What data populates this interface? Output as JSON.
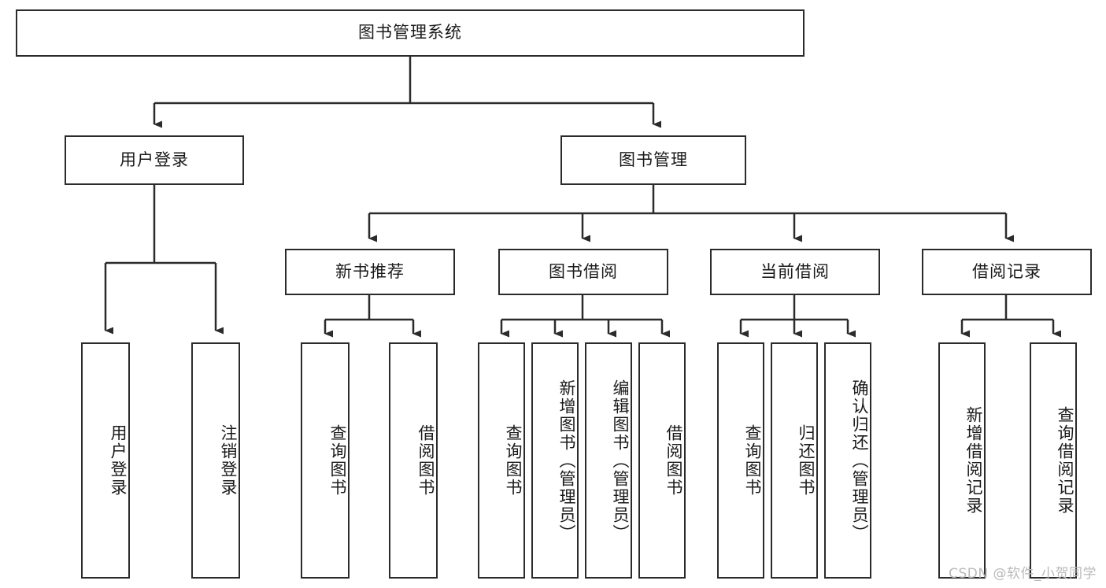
{
  "diagram": {
    "title": "图书管理系统",
    "type": "tree",
    "watermark": "CSDN @软件_小贺同学",
    "colors": {
      "box_border": "#2b2b2b",
      "box_fill": "#ffffff",
      "edge": "#2b2b2b",
      "text": "#1a1a1a",
      "watermark": "#b9b9b9",
      "background": "#ffffff"
    },
    "nodes": {
      "root": {
        "label": "图书管理系统",
        "orientation": "horizontal",
        "level": 0
      },
      "user_login": {
        "label": "用户登录",
        "orientation": "horizontal",
        "level": 1
      },
      "book_manage": {
        "label": "图书管理",
        "orientation": "horizontal",
        "level": 1
      },
      "new_book_rec": {
        "label": "新书推荐",
        "orientation": "horizontal",
        "level": 2
      },
      "book_borrow": {
        "label": "图书借阅",
        "orientation": "horizontal",
        "level": 2
      },
      "current_borrow": {
        "label": "当前借阅",
        "orientation": "horizontal",
        "level": 2
      },
      "borrow_record": {
        "label": "借阅记录",
        "orientation": "horizontal",
        "level": 2
      },
      "leaf_user_login": {
        "label": "用户登录",
        "orientation": "vertical",
        "level": 2
      },
      "leaf_logout": {
        "label": "注销登录",
        "orientation": "vertical",
        "level": 2
      },
      "leaf_rec_query": {
        "label": "查询图书",
        "orientation": "vertical",
        "level": 3
      },
      "leaf_rec_borrow": {
        "label": "借阅图书",
        "orientation": "vertical",
        "level": 3
      },
      "leaf_borrow_query": {
        "label": "查询图书",
        "orientation": "vertical",
        "level": 3
      },
      "leaf_borrow_add": {
        "label": "新增图书（管理员）",
        "orientation": "vertical",
        "level": 3
      },
      "leaf_borrow_edit": {
        "label": "编辑图书（管理员）",
        "orientation": "vertical",
        "level": 3
      },
      "leaf_borrow_do": {
        "label": "借阅图书",
        "orientation": "vertical",
        "level": 3
      },
      "leaf_cur_query": {
        "label": "查询图书",
        "orientation": "vertical",
        "level": 3
      },
      "leaf_cur_return": {
        "label": "归还图书",
        "orientation": "vertical",
        "level": 3
      },
      "leaf_cur_confirm": {
        "label": "确认归还（管理员）",
        "orientation": "vertical",
        "level": 3
      },
      "leaf_rec_add": {
        "label": "新增借阅记录",
        "orientation": "vertical",
        "level": 3
      },
      "leaf_rec_find": {
        "label": "查询借阅记录",
        "orientation": "vertical",
        "level": 3
      }
    },
    "edges": [
      {
        "from": "root",
        "to": "user_login"
      },
      {
        "from": "root",
        "to": "book_manage"
      },
      {
        "from": "user_login",
        "to": "leaf_user_login"
      },
      {
        "from": "user_login",
        "to": "leaf_logout"
      },
      {
        "from": "book_manage",
        "to": "new_book_rec"
      },
      {
        "from": "book_manage",
        "to": "book_borrow"
      },
      {
        "from": "book_manage",
        "to": "current_borrow"
      },
      {
        "from": "book_manage",
        "to": "borrow_record"
      },
      {
        "from": "new_book_rec",
        "to": "leaf_rec_query"
      },
      {
        "from": "new_book_rec",
        "to": "leaf_rec_borrow"
      },
      {
        "from": "book_borrow",
        "to": "leaf_borrow_query"
      },
      {
        "from": "book_borrow",
        "to": "leaf_borrow_add"
      },
      {
        "from": "book_borrow",
        "to": "leaf_borrow_edit"
      },
      {
        "from": "book_borrow",
        "to": "leaf_borrow_do"
      },
      {
        "from": "current_borrow",
        "to": "leaf_cur_query"
      },
      {
        "from": "current_borrow",
        "to": "leaf_cur_return"
      },
      {
        "from": "current_borrow",
        "to": "leaf_cur_confirm"
      },
      {
        "from": "borrow_record",
        "to": "leaf_rec_add"
      },
      {
        "from": "borrow_record",
        "to": "leaf_rec_find"
      }
    ]
  }
}
